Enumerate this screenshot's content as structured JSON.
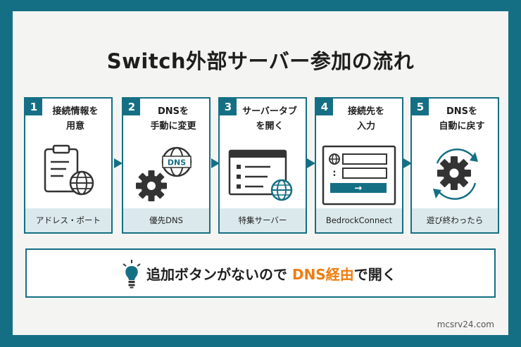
{
  "title": "Switch外部サーバー参加の流れ",
  "steps": [
    {
      "num": "1",
      "title_line1": "接続情報を",
      "title_line2": "用意",
      "footer": "アドレス・ポート"
    },
    {
      "num": "2",
      "title_line1": "DNSを",
      "title_line2": "手動に変更",
      "footer": "優先DNS",
      "badge": "DNS"
    },
    {
      "num": "3",
      "title_line1": "サーバータブ",
      "title_line2": "を開く",
      "footer": "特集サーバー"
    },
    {
      "num": "4",
      "title_line1": "接続先を",
      "title_line2": "入力",
      "footer": "BedrockConnect",
      "field_mark": ":",
      "submit_arrow": "→"
    },
    {
      "num": "5",
      "title_line1": "DNSを",
      "title_line2": "自動に戻す",
      "footer": "遊び終わったら"
    }
  ],
  "banner": {
    "text_before": "追加ボタンがないので ",
    "accent": "DNS経由",
    "text_after": "で開く"
  },
  "footer_site": "mcsrv24.com",
  "colors": {
    "brand": "#156f84",
    "accent": "#ee7d10",
    "footer_fill": "#dbe9ec",
    "icon": "#333333"
  }
}
